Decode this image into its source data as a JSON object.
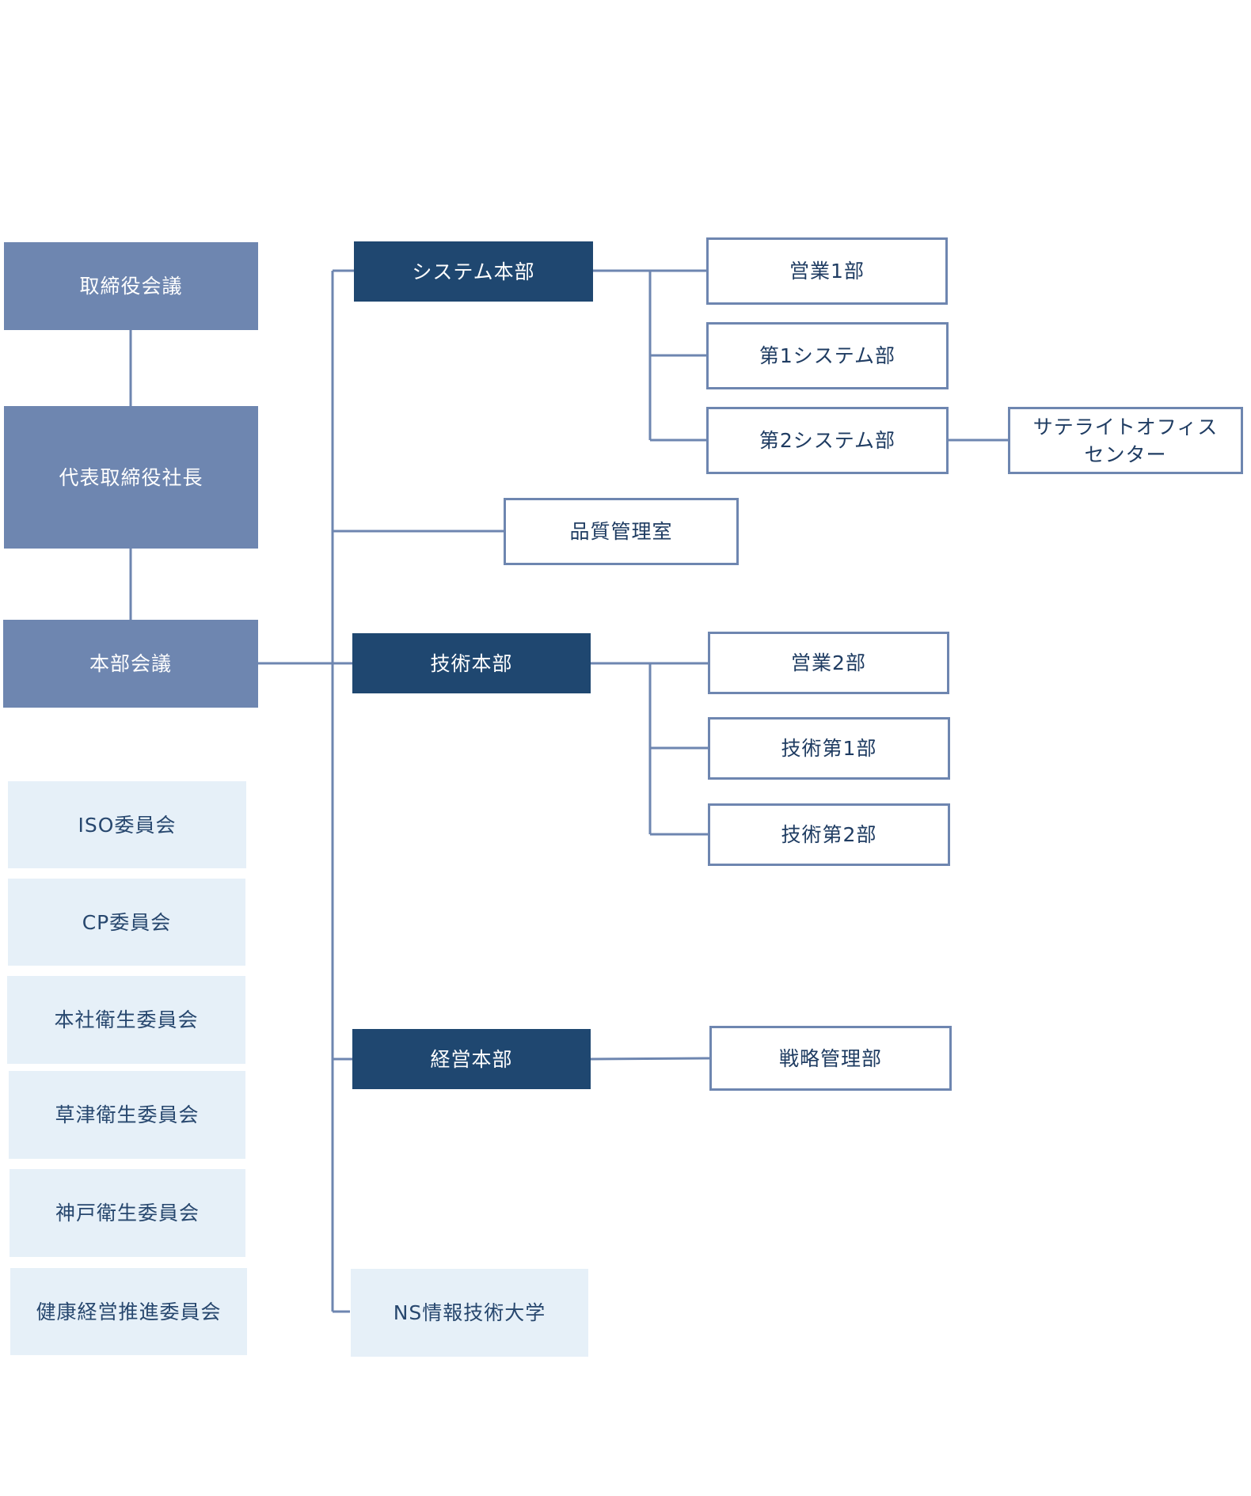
{
  "colors": {
    "executive_fill": "#6e86b0",
    "headquarters_fill": "#1f4770",
    "committee_fill": "#e6f0f8",
    "department_border": "#6e86b0",
    "connector": "#6e86b0"
  },
  "executive": {
    "board": "取締役会議",
    "president": "代表取締役社長",
    "hq_meeting": "本部会議"
  },
  "committees": [
    "ISO委員会",
    "CP委員会",
    "本社衛生委員会",
    "草津衛生委員会",
    "神戸衛生委員会",
    "健康経営推進委員会"
  ],
  "headquarters": {
    "system": "システム本部",
    "tech": "技術本部",
    "management": "経営本部"
  },
  "quality_office": "品質管理室",
  "university": "NS情報技術大学",
  "departments": {
    "system": [
      "営業1部",
      "第1システム部",
      "第2システム部"
    ],
    "satellite": "サテライトオフィス\nセンター",
    "tech": [
      "営業2部",
      "技術第1部",
      "技術第2部"
    ],
    "management": [
      "戦略管理部"
    ]
  }
}
